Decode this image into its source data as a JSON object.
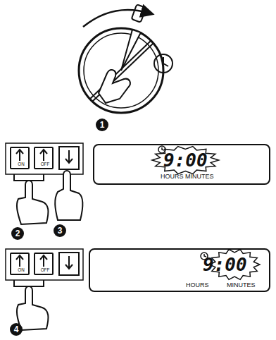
{
  "diagram": {
    "nodes": [
      {
        "text": [
          "ON"
        ]
      },
      {
        "text": [
          "OFF"
        ]
      },
      {
        "text": [
          "9:00",
          "HOURS MINUTES"
        ]
      },
      {
        "text": [
          "ON"
        ]
      },
      {
        "text": [
          "OFF"
        ]
      },
      {
        "text": [
          "9:00",
          "HOURS",
          "MINUTES"
        ]
      }
    ],
    "labels": [
      "1",
      "2",
      "3",
      "4"
    ]
  }
}
